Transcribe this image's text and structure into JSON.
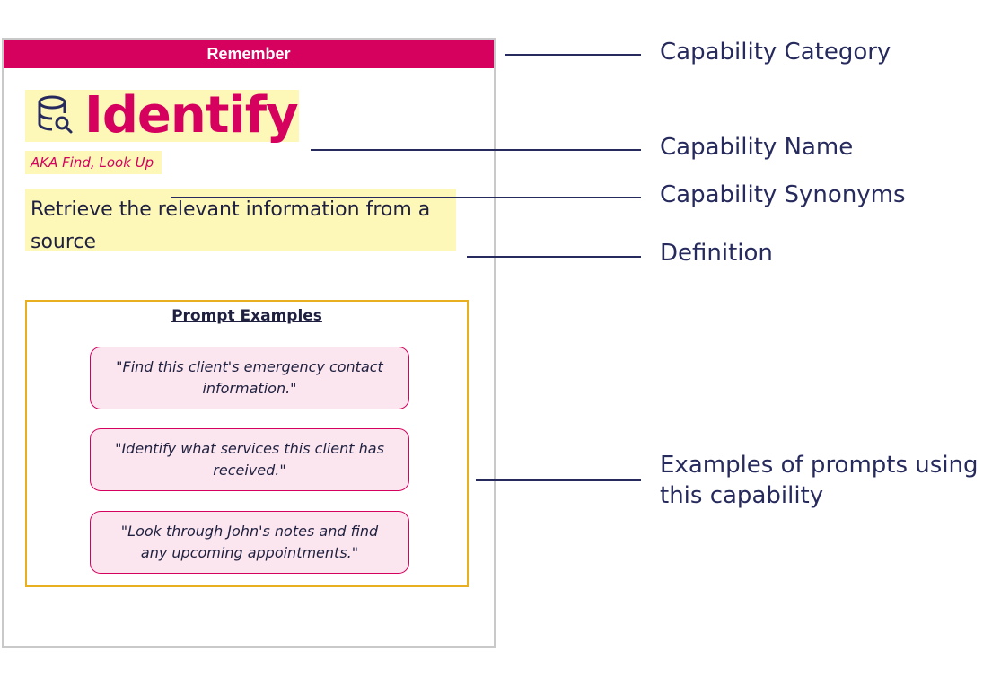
{
  "card": {
    "category": "Remember",
    "name": "Identify",
    "name_icon": "database-search-icon",
    "synonyms": "AKA Find, Look Up",
    "definition": "Retrieve the relevant information from a source",
    "examples_title": "Prompt Examples",
    "examples": [
      "\"Find this client's emergency contact information.\"",
      "\"Identify what services this client has received.\"",
      "\"Look through John's notes and find any upcoming appointments.\""
    ]
  },
  "callouts": {
    "category": "Capability Category",
    "name": "Capability Name",
    "synonyms": "Capability Synonyms",
    "definition": "Definition",
    "examples": "Examples of prompts using this capability"
  },
  "colors": {
    "accent": "#d6005f",
    "highlight": "#fdf8b8",
    "examples_border": "#e8b020",
    "prompt_fill": "#fbe6ef",
    "text_dark": "#262a5c"
  }
}
